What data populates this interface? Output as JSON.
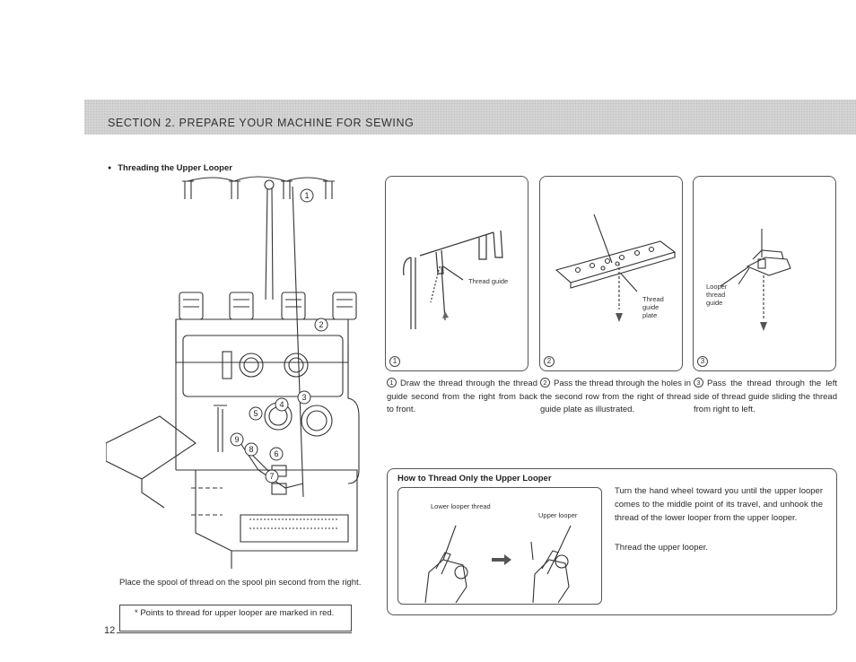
{
  "section": {
    "title": "SECTION 2. PREPARE YOUR MACHINE FOR SEWING"
  },
  "threading": {
    "heading": "Threading the Upper Looper",
    "machine_callouts": [
      "1",
      "2",
      "3",
      "4",
      "5",
      "6",
      "7",
      "8",
      "9"
    ],
    "caption": "Place the spool of thread on the spool pin second from the right.",
    "note": "* Points to thread for upper looper are marked in red."
  },
  "steps": [
    {
      "number": "1",
      "label": "Thread guide",
      "text": "Draw the thread through the thread guide second from the right from back to front."
    },
    {
      "number": "2",
      "label_lines": [
        "Thread",
        "guide",
        "plate"
      ],
      "text": "Pass the thread through the holes in the second row from the right of thread guide plate as illustrated."
    },
    {
      "number": "3",
      "label_lines": [
        "Looper",
        "thread",
        "guide"
      ],
      "text": "Pass the thread through the left side of thread guide sliding the thread from right to left."
    }
  ],
  "only_upper": {
    "title": "How to Thread Only the Upper Looper",
    "lower_label": "Lower looper thread",
    "upper_label": "Upper looper",
    "text1": "Turn the hand wheel toward you until the upper looper comes to the middle point of its travel, and unhook the thread of the lower looper from the upper looper.",
    "text2": "Thread the upper looper."
  },
  "page": {
    "number": "12"
  }
}
